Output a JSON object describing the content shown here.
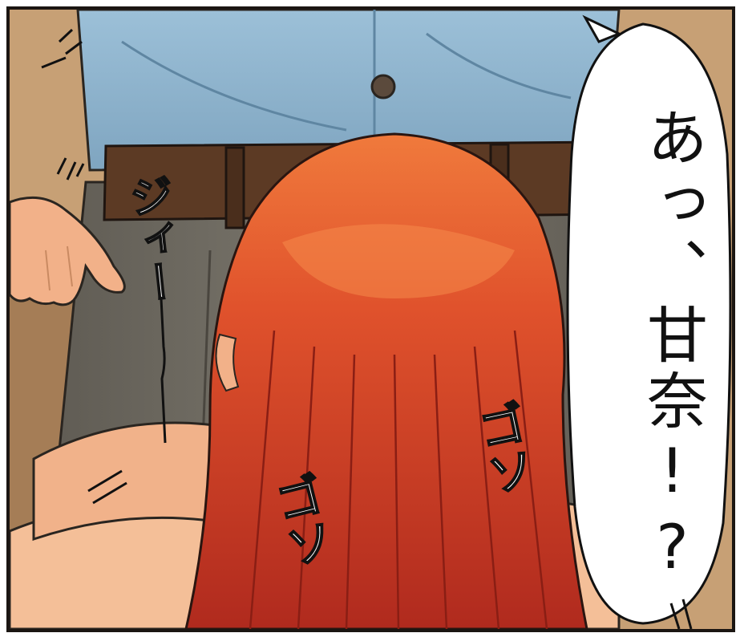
{
  "panel": {
    "speech_bubble": {
      "text": "あっ、甘奈!?"
    },
    "sound_effects": {
      "zip": "ジィー",
      "gosu_1": "ゴソ",
      "gosu_2": "ゴソ"
    }
  },
  "colors": {
    "shirt": "#8fb3cc",
    "belt": "#5a3a26",
    "pants": "#6e6a60",
    "hair": "#c8301e",
    "hair_highlight": "#f06a3a",
    "skin": "#f3b48c",
    "background": "#c49a6c",
    "ink": "#111111"
  }
}
